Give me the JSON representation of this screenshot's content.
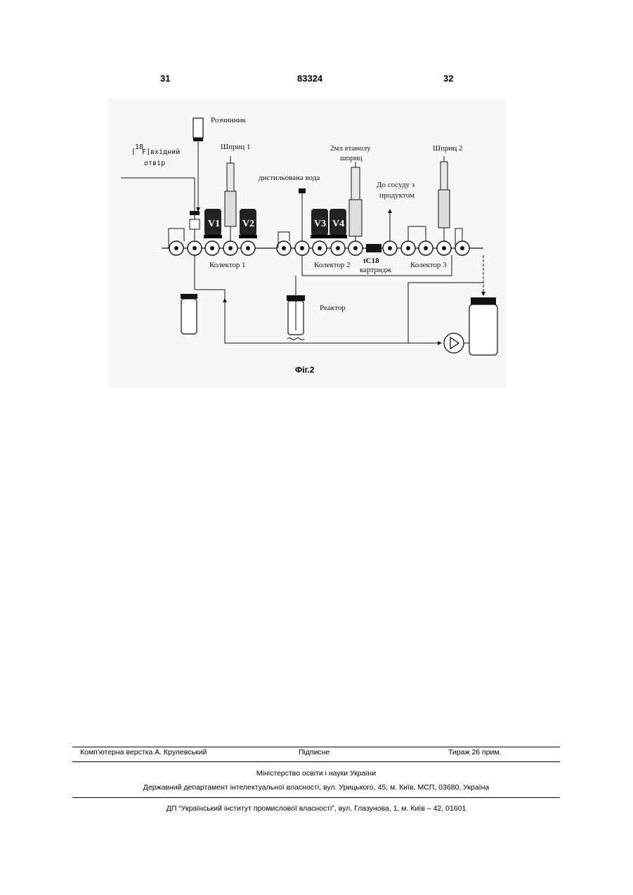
{
  "header": {
    "left_page": "31",
    "patent_number": "83324",
    "right_page": "32"
  },
  "figure": {
    "labels": {
      "solvent": "Розчинник",
      "f18_a": "[",
      "f18_sup": "18",
      "f18_b": "F]вхідний",
      "f18_c": "отвір",
      "syringe1": "Шприц 1",
      "distilled_water": "дистильована вода",
      "ethanol_1": "2мл етанолу",
      "ethanol_2": "шприц",
      "product_1": "До сосуду з",
      "product_2": "продуктом",
      "syringe2": "Шприц 2",
      "v1": "V1",
      "v2": "V2",
      "v3": "V3",
      "v4": "V4",
      "collector1": "Колектор 1",
      "collector2": "Колектор 2",
      "tc18": "tC18",
      "cartridge": "картридж",
      "collector3": "Колектор 3",
      "reactor": "Реактор"
    },
    "caption": "Фіг.2"
  },
  "footer": {
    "typesetting": "Комп'ютерна верстка А. Крулевський",
    "subscription": "Підписне",
    "circulation": "Тираж 26 прим.",
    "ministry": "Міністерство освіти і науки України",
    "department": "Державний департамент інтелектуальної власності, вул. Урицького, 45, м. Київ, МСП, 03680, Україна",
    "institute": "ДП “Український інститут промислової власності”, вул. Глазунова, 1, м. Київ – 42, 01601"
  }
}
